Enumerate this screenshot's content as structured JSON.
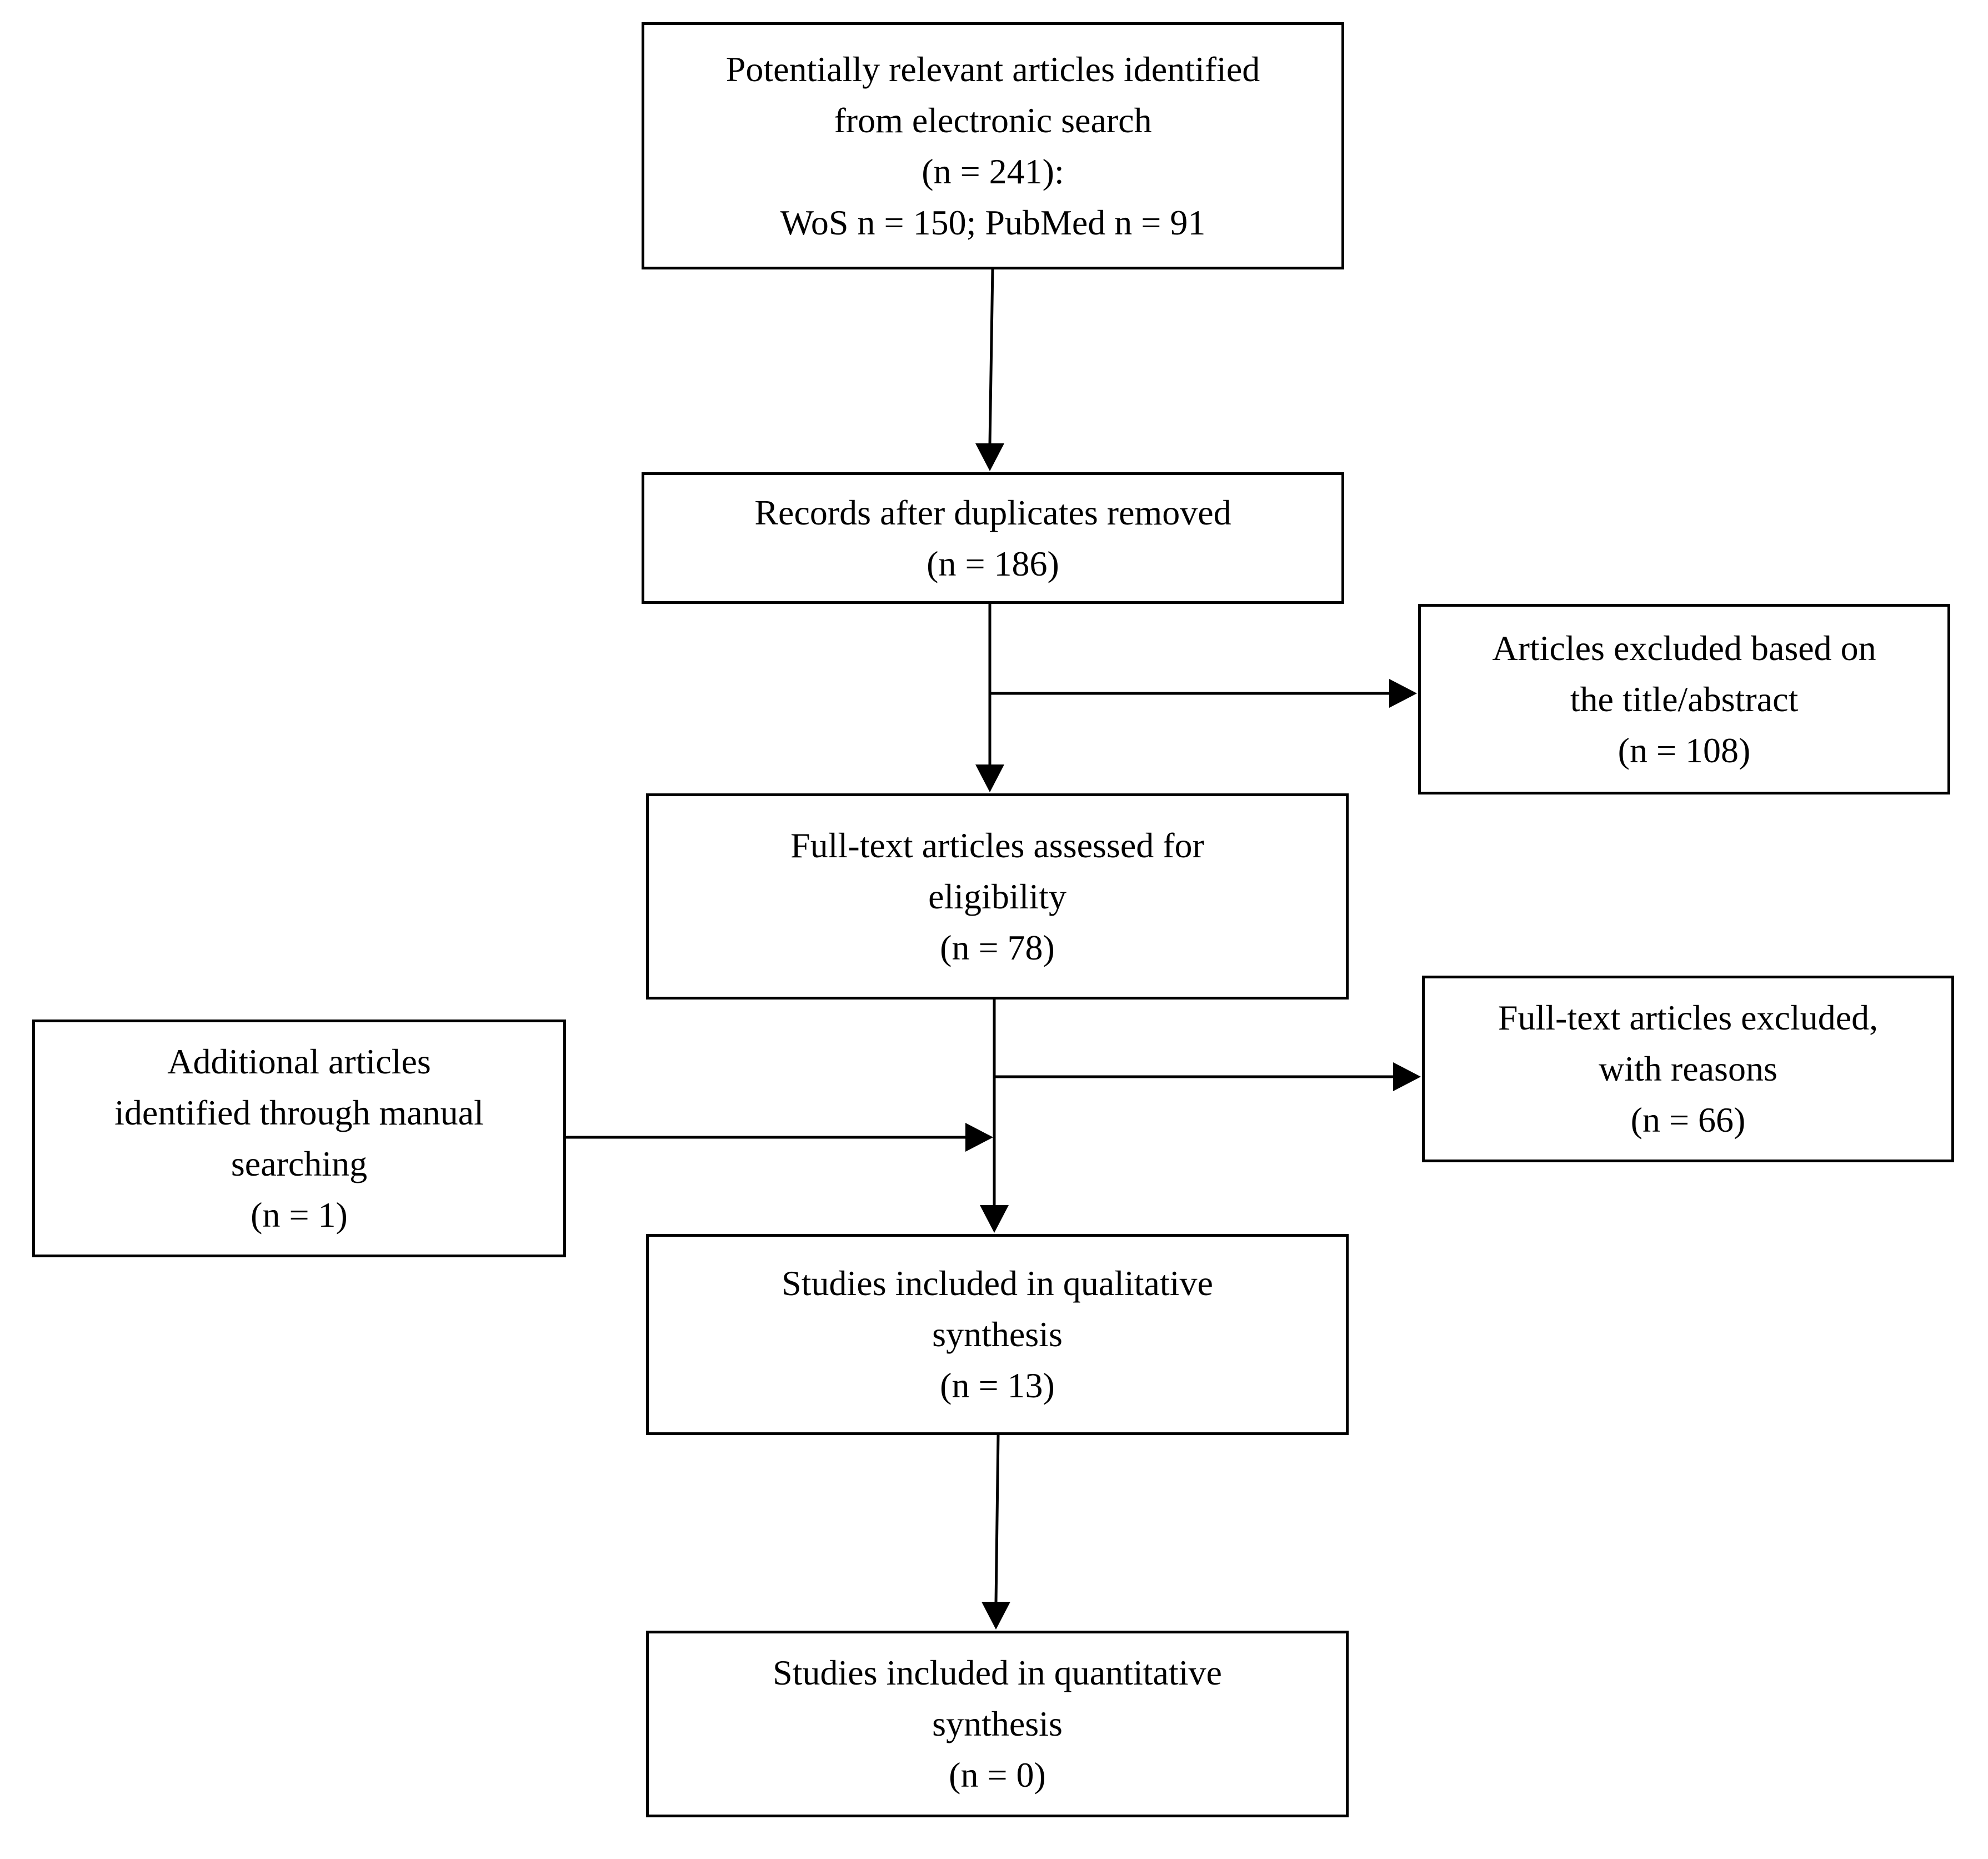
{
  "boxes": {
    "identified": {
      "lines": [
        "Potentially relevant articles identified",
        "from electronic search",
        "(n = 241):",
        "WoS n = 150; PubMed n = 91"
      ]
    },
    "duplicates": {
      "lines": [
        "Records after duplicates removed",
        "(n = 186)"
      ]
    },
    "excluded_title_abstract": {
      "lines": [
        "Articles excluded based on",
        "the title/abstract",
        "(n = 108)"
      ]
    },
    "fulltext_assessed": {
      "lines": [
        "Full-text articles assessed for",
        "eligibility",
        "(n = 78)"
      ]
    },
    "fulltext_excluded": {
      "lines": [
        "Full-text articles excluded,",
        "with reasons",
        "(n = 66)"
      ]
    },
    "manual_search": {
      "lines": [
        "Additional articles",
        "identified through manual",
        "searching",
        "(n = 1)"
      ]
    },
    "qualitative": {
      "lines": [
        "Studies included in qualitative",
        "synthesis",
        "(n = 13)"
      ]
    },
    "quantitative": {
      "lines": [
        "Studies included in quantitative",
        "synthesis",
        "(n = 0)"
      ]
    }
  },
  "style": {
    "stroke_color": "#000000",
    "background_color": "#ffffff"
  }
}
